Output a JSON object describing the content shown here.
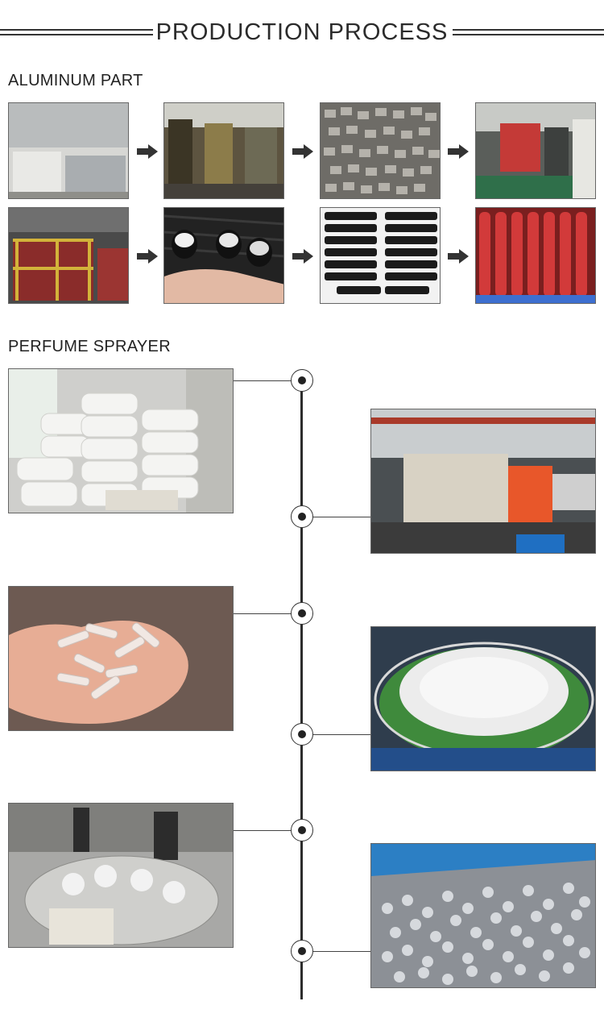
{
  "header": {
    "title": "PRODUCTION PROCESS"
  },
  "sections": {
    "aluminum": {
      "label": "ALUMINUM PART"
    },
    "sprayer": {
      "label": "PERFUME SPRAYER"
    }
  },
  "colors": {
    "line": "#2d2d2d",
    "warehouse": "#c9c9c9",
    "factory": "#6b5a36",
    "aluminum_pieces": "#8a8a86",
    "machine_red": "#c43a37",
    "racks_red": "#8a2c2a",
    "black_caps": "#1e1e1e",
    "red_tubes": "#c82f2f",
    "white_bags": "#ededed",
    "injection_machine": "#d8d2c4",
    "clear_parts": "#6d5a52",
    "vibratory_bowl": "#3f8a3c",
    "assembly": "#9a9a9a",
    "blue_bin": "#2c7fc4"
  }
}
